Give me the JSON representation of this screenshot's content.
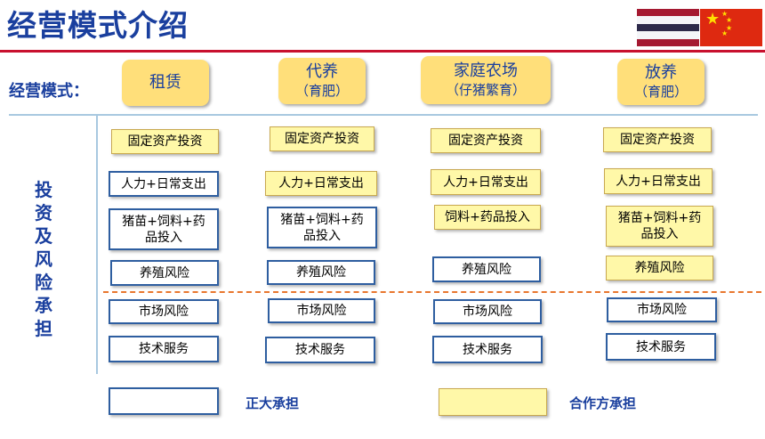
{
  "title": "经营模式介绍",
  "mode_label": "经营模式：",
  "side_label": [
    "投",
    "资",
    "及",
    "风",
    "险",
    "承",
    "担"
  ],
  "modes": [
    {
      "line1": "租赁",
      "line2": ""
    },
    {
      "line1": "代养",
      "line2": "（育肥）"
    },
    {
      "line1": "家庭农场",
      "line2": "（仔猪繁育）"
    },
    {
      "line1": "放养",
      "line2": "（育肥）"
    }
  ],
  "boxes": {
    "fixed_asset": "固定资产投资",
    "labor": "人力+日常支出",
    "piglet_feed_drug_l1": "猪苗+饲料+药",
    "piglet_feed_drug_l2": "品投入",
    "feed_drug": "饲料+药品投入",
    "breeding_risk": "养殖风险",
    "market_risk": "市场风险",
    "tech_service": "技术服务"
  },
  "legend": {
    "cp": "正大承担",
    "partner": "合作方承担"
  },
  "colors": {
    "cp_box": "#ffffff",
    "partner_box": "#fff8a8",
    "title": "#1a3f9e",
    "accent_line": "#c8102e"
  }
}
